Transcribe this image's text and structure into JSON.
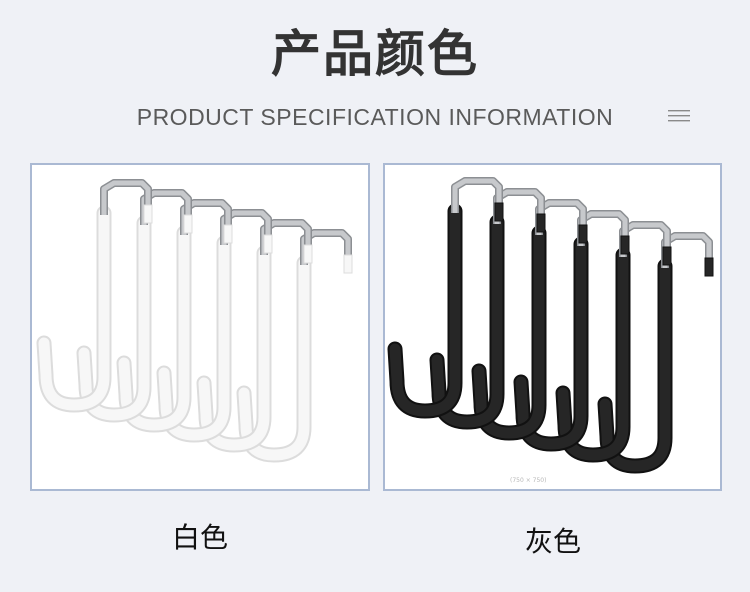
{
  "header": {
    "title": "产品颜色",
    "subtitle": "PRODUCT SPECIFICATION INFORMATION",
    "menu_icon": "hamburger-menu-icon"
  },
  "products": [
    {
      "caption": "白色",
      "hook_color": "#f7f7f7",
      "outline_color": "#dcdcdc",
      "count": 6
    },
    {
      "caption": "灰色",
      "hook_color": "#262626",
      "outline_color": "#111111",
      "count": 6,
      "watermark": "(750 × 750)"
    }
  ],
  "colors": {
    "background": "#eff1f6",
    "panel_border": "#aab9d3",
    "chrome": "#c7c9cc"
  }
}
